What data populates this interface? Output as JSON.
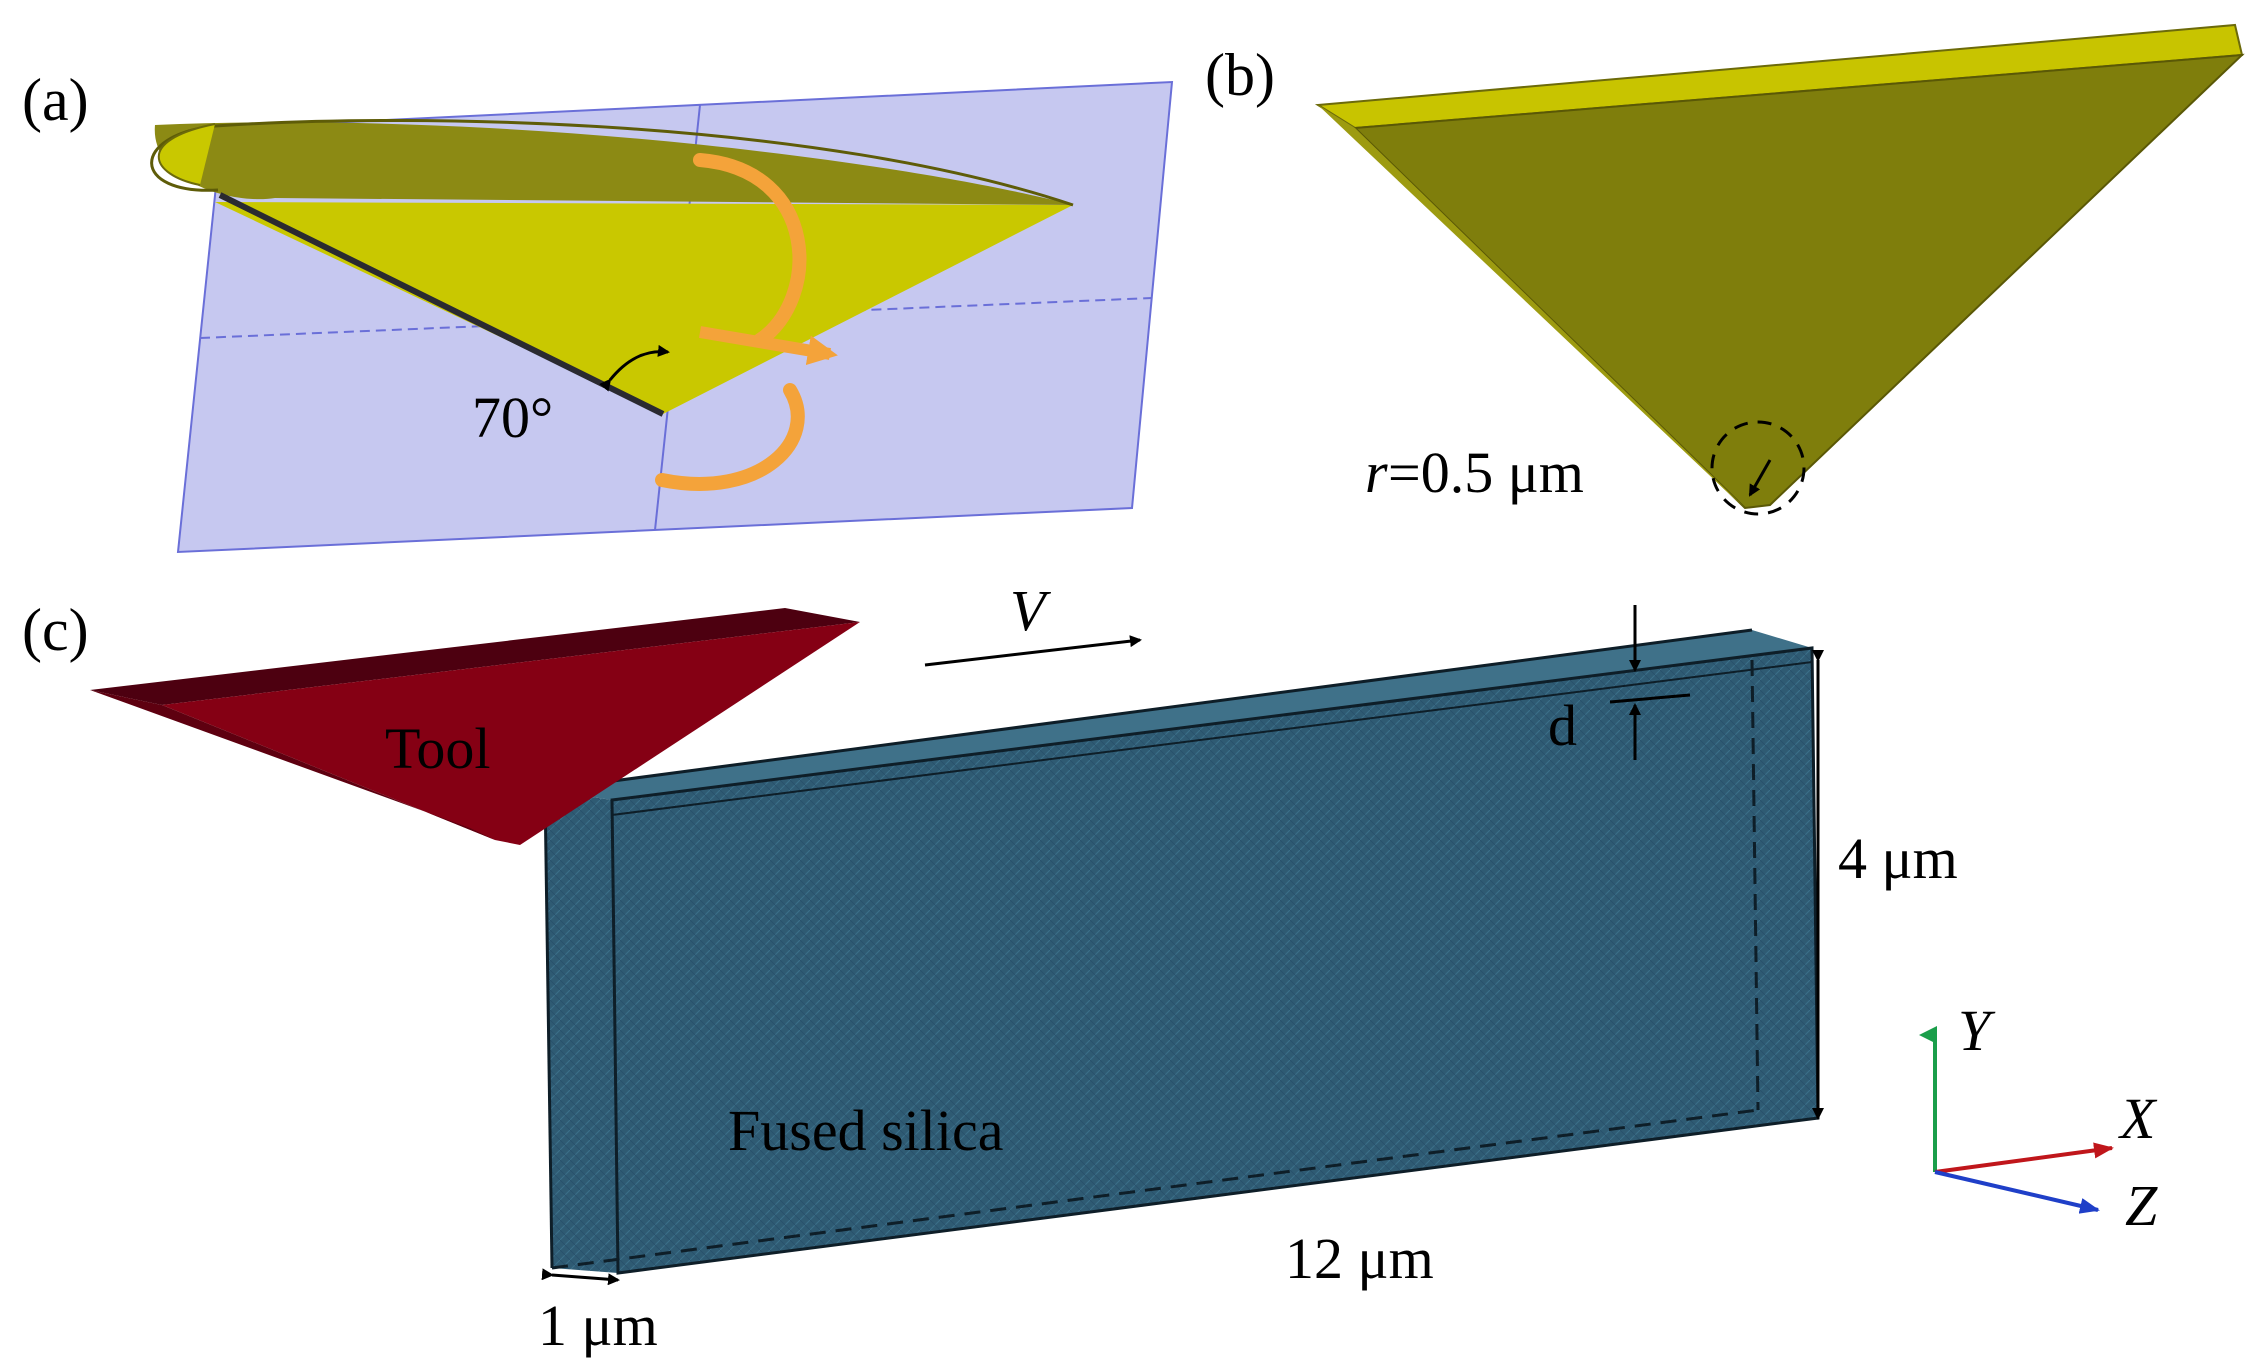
{
  "panels": {
    "a": {
      "label": "(a)",
      "angle_label": "70°"
    },
    "b": {
      "label": "(b)",
      "radius_label_var": "r",
      "radius_label_value": "=0.5 μm"
    },
    "c": {
      "label": "(c)",
      "tool_label": "Tool",
      "velocity_label": "V",
      "depth_label": "d",
      "workpiece_label": "Fused silica",
      "height_label": "4 μm",
      "length_label": "12 μm",
      "width_label": "1 μm"
    }
  },
  "axes": {
    "y_label": "Y",
    "x_label": "X",
    "z_label": "Z",
    "y_color": "#1a9e4a",
    "x_color": "#c0161b",
    "z_color": "#1f3fc8"
  },
  "colors": {
    "plane_fill": "#c6c8f0",
    "plane_edge": "#6a6fd8",
    "cone_light": "#c9c800",
    "cone_dark": "#8c8a14",
    "cone_shade": "#7c7a10",
    "rotation_arrow": "#f4a33a",
    "tool_b_face": "#7f7e0c",
    "tool_b_top": "#c8c400",
    "tool_c_face": "#850014",
    "tool_c_top": "#4d0010",
    "workpiece_face": "#2f5b73",
    "workpiece_side": "#3a6a82",
    "workpiece_top": "#3f7189"
  }
}
